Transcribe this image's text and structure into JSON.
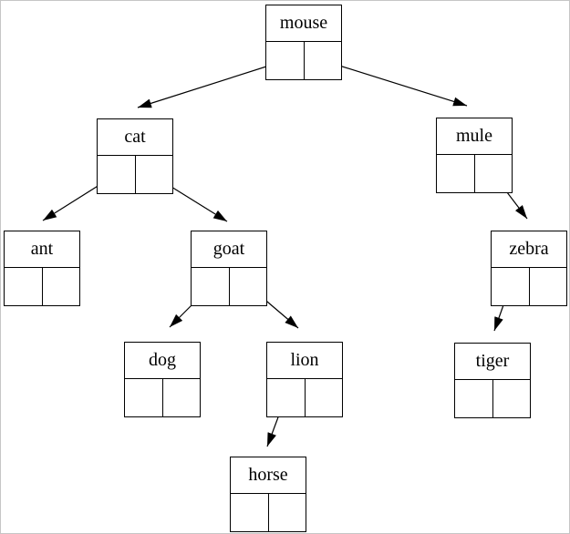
{
  "diagram": {
    "type": "binary-tree",
    "colors": {
      "line": "#000000",
      "text": "#000000",
      "background": "#ffffff",
      "frame": "#c6c6c6"
    }
  },
  "tree": {
    "root": "mouse",
    "nodes": [
      {
        "label": "mouse",
        "left_child": "cat",
        "right_child": "mule"
      },
      {
        "label": "cat",
        "left_child": "ant",
        "right_child": "goat"
      },
      {
        "label": "mule",
        "left_child": null,
        "right_child": "zebra"
      },
      {
        "label": "ant",
        "left_child": null,
        "right_child": null
      },
      {
        "label": "goat",
        "left_child": "dog",
        "right_child": "lion"
      },
      {
        "label": "zebra",
        "left_child": "tiger",
        "right_child": null
      },
      {
        "label": "dog",
        "left_child": null,
        "right_child": null
      },
      {
        "label": "lion",
        "left_child": "horse",
        "right_child": null
      },
      {
        "label": "tiger",
        "left_child": null,
        "right_child": null
      },
      {
        "label": "horse",
        "left_child": null,
        "right_child": null
      }
    ],
    "edges": [
      {
        "from": "mouse",
        "pointer": "left",
        "to": "cat"
      },
      {
        "from": "mouse",
        "pointer": "right",
        "to": "mule"
      },
      {
        "from": "cat",
        "pointer": "left",
        "to": "ant"
      },
      {
        "from": "cat",
        "pointer": "right",
        "to": "goat"
      },
      {
        "from": "mule",
        "pointer": "right",
        "to": "zebra"
      },
      {
        "from": "goat",
        "pointer": "left",
        "to": "dog"
      },
      {
        "from": "goat",
        "pointer": "right",
        "to": "lion"
      },
      {
        "from": "zebra",
        "pointer": "left",
        "to": "tiger"
      },
      {
        "from": "lion",
        "pointer": "left",
        "to": "horse"
      }
    ]
  }
}
